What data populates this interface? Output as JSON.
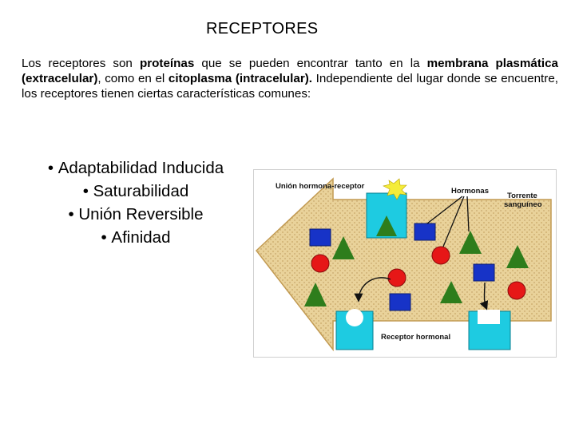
{
  "title": "RECEPTORES",
  "intro": {
    "s1": "Los receptores son ",
    "b1": "proteínas",
    "s2": " que se pueden encontrar tanto en la ",
    "b2": "membrana plasmática (extracelular)",
    "s3": ", como en el ",
    "b3": "citoplasma (intracelular).",
    "s4": " Independiente del lugar donde se encuentre, los receptores tienen ciertas características comunes:"
  },
  "bullets": [
    "Adaptabilidad Inducida",
    "Saturabilidad",
    "Unión Reversible",
    "Afinidad"
  ],
  "figure": {
    "label_union": "Unión hormona-receptor",
    "label_hormonas": "Hormonas",
    "label_torrente_1": "Torrente",
    "label_torrente_2": "sanguíneo",
    "label_receptor": "Receptor hormonal",
    "colors": {
      "background": "#e9d29a",
      "receptor": "#1ecbe1",
      "square": "#1733c7",
      "circle": "#e61717",
      "triangle": "#2e7d1c",
      "burst": "#f4ec3a"
    }
  }
}
